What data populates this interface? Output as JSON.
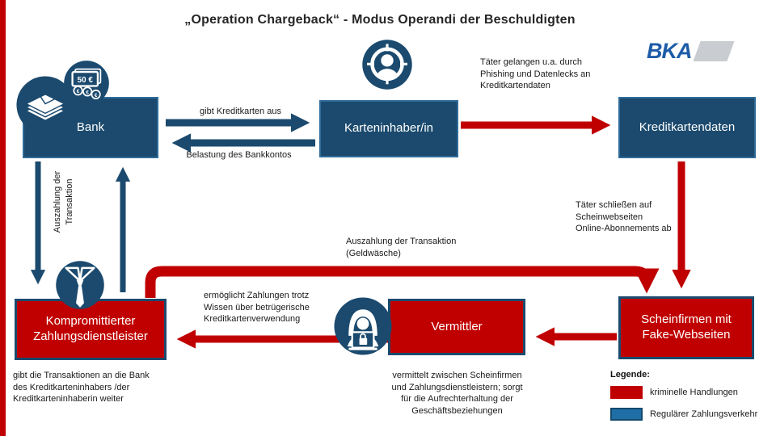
{
  "title": "„Operation Chargeback“ - Modus Operandi der Beschuldigten",
  "logo": {
    "text": "BKA"
  },
  "colors": {
    "box_blue": "#1B4A6E",
    "criminal_red": "#C00000",
    "legend_blue_fill": "#1F6EA5",
    "logo_blue": "#1E5CA8"
  },
  "nodes": {
    "bank": {
      "label": "Bank"
    },
    "karteninhaber": {
      "label": "Karteninhaber/in"
    },
    "kreditkartendaten": {
      "label": "Kreditkartendaten"
    },
    "zahlungsdienstleister": {
      "label": "Kompromittierter\nZahlungsdienstleister"
    },
    "vermittler": {
      "label": "Vermittler"
    },
    "scheinfirmen": {
      "label": "Scheinfirmen mit\nFake-Webseiten"
    }
  },
  "annotations": {
    "gibt_kreditkarten": "gibt Kreditkarten aus",
    "belastung": "Belastung des Bankkontos",
    "phishing": "Täter gelangen u.a. durch\nPhishing und Datenlecks an\nKreditkartendaten",
    "schliessen": "Täter schließen auf\nScheinwebseiten\nOnline-Abonnements ab",
    "geldwaesche": "Auszahlung der Transaktion\n(Geldwäsche)",
    "ermoeglicht": "ermöglicht Zahlungen trotz\nWissen über betrügerische\nKreditkartenverwendung",
    "vermittelt": "vermittelt zwischen Scheinfirmen\nund Zahlungsdienstleistern; sorgt\nfür die Aufrechterhaltung der\nGeschäftsbeziehungen",
    "gibt_transaktionen": "gibt die Transaktionen an die Bank\ndes Kreditkarteninhabers /der\nKreditkarteninhaberin weiter",
    "auszahlung_vertikal": "Auszahlung der\nTransaktion"
  },
  "icons": {
    "banknote_label": "50 €",
    "coin_symbol": "€"
  },
  "legend": {
    "heading": "Legende:",
    "items": [
      {
        "label": "kriminelle Handlungen",
        "color": "#C00000"
      },
      {
        "label": "Regulärer Zahlungsverkehr",
        "color": "#1F6EA5"
      }
    ]
  }
}
